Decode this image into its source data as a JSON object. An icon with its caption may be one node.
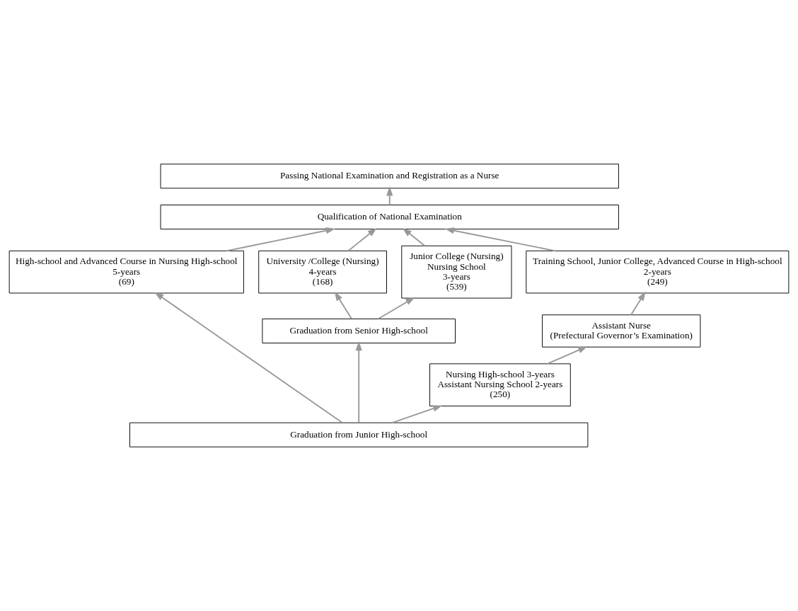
{
  "diagram": {
    "nodes": [
      {
        "text": [
          "Passing National Examination and Registration as a Nurse"
        ]
      },
      {
        "text": [
          "Qualification of National Examination"
        ]
      },
      {
        "text": [
          "University /College (Nursing)",
          "4-years",
          "(168)"
        ]
      },
      {
        "text": [
          "Junior College (Nursing)",
          "Nursing School",
          "3-years",
          "(539)"
        ]
      },
      {
        "text": [
          "High-school and Advanced Course in Nursing High-school",
          "5-years",
          "(69)"
        ]
      },
      {
        "text": [
          "Training School, Junior College, Advanced Course in High-school",
          "2-years",
          "(249)"
        ]
      },
      {
        "text": [
          "Assistant Nurse",
          "(Prefectural Governor’s Examination)"
        ]
      },
      {
        "text": [
          "Graduation from Senior High-school"
        ]
      },
      {
        "text": [
          "Nursing High-school 3-years",
          "Assistant Nursing School 2-years",
          "(250)"
        ]
      },
      {
        "text": [
          "Graduation from Junior High-school"
        ]
      }
    ],
    "edges": [
      {
        "from": 1,
        "to": 0,
        "arrow": "to"
      },
      {
        "from": 2,
        "to": 1,
        "arrow": "to"
      },
      {
        "from": 3,
        "to": 1,
        "arrow": "to"
      },
      {
        "from": 4,
        "to": 1,
        "arrow": "to"
      },
      {
        "from": 5,
        "to": 1,
        "arrow": "to"
      },
      {
        "from": 6,
        "to": 5,
        "arrow": "to"
      },
      {
        "from": 7,
        "to": 2,
        "arrow": "to"
      },
      {
        "from": 7,
        "to": 3,
        "arrow": "to"
      },
      {
        "from": 8,
        "to": 6,
        "arrow": "to"
      },
      {
        "from": 9,
        "to": 7,
        "arrow": "to"
      },
      {
        "from": 9,
        "to": 4,
        "arrow": "to"
      },
      {
        "from": 9,
        "to": 8,
        "arrow": "to"
      }
    ]
  }
}
